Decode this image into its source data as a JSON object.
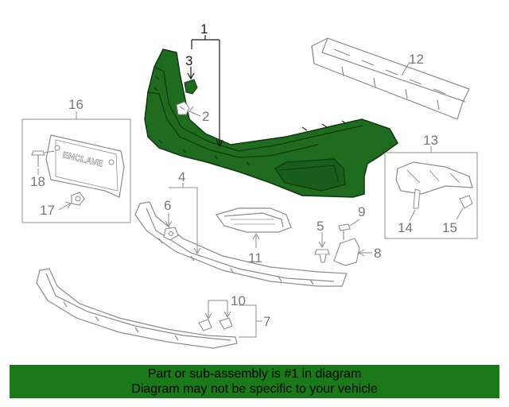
{
  "callouts": {
    "c1": "1",
    "c2": "2",
    "c3": "3",
    "c4": "4",
    "c5": "5",
    "c6": "6",
    "c7": "7",
    "c8": "8",
    "c9": "9",
    "c10": "10",
    "c11": "11",
    "c12": "12",
    "c13": "13",
    "c14": "14",
    "c15": "15",
    "c16": "16",
    "c17": "17",
    "c18": "18"
  },
  "plate_text": "ENCLAVE",
  "banner": {
    "line1": "Part or sub-assembly is #1 in diagram",
    "line2": "Diagram may not be specific to your vehicle"
  },
  "colors": {
    "highlight": "#1f6b1f",
    "highlight_outline": "#0d3a0d",
    "line_art": "#8c8c8c",
    "banner": "#1a7a1a"
  }
}
